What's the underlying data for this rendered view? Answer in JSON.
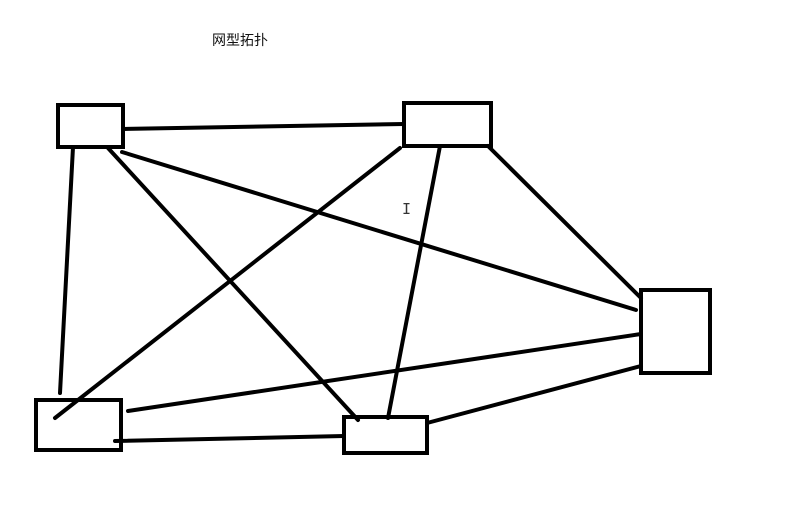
{
  "diagram": {
    "title": "网型拓扑",
    "stroke_color": "#000000",
    "background": "#ffffff",
    "nodes": [
      {
        "id": "n1",
        "label": ""
      },
      {
        "id": "n2",
        "label": ""
      },
      {
        "id": "n3",
        "label": ""
      },
      {
        "id": "n4",
        "label": ""
      },
      {
        "id": "n5",
        "label": ""
      }
    ],
    "edges": [
      {
        "from": "n1",
        "to": "n2"
      },
      {
        "from": "n1",
        "to": "n3"
      },
      {
        "from": "n1",
        "to": "n4"
      },
      {
        "from": "n1",
        "to": "n5"
      },
      {
        "from": "n2",
        "to": "n3"
      },
      {
        "from": "n2",
        "to": "n4"
      },
      {
        "from": "n2",
        "to": "n5"
      },
      {
        "from": "n3",
        "to": "n4"
      },
      {
        "from": "n3",
        "to": "n5"
      },
      {
        "from": "n4",
        "to": "n5"
      }
    ],
    "cursor_icon": "text-cursor-icon"
  }
}
